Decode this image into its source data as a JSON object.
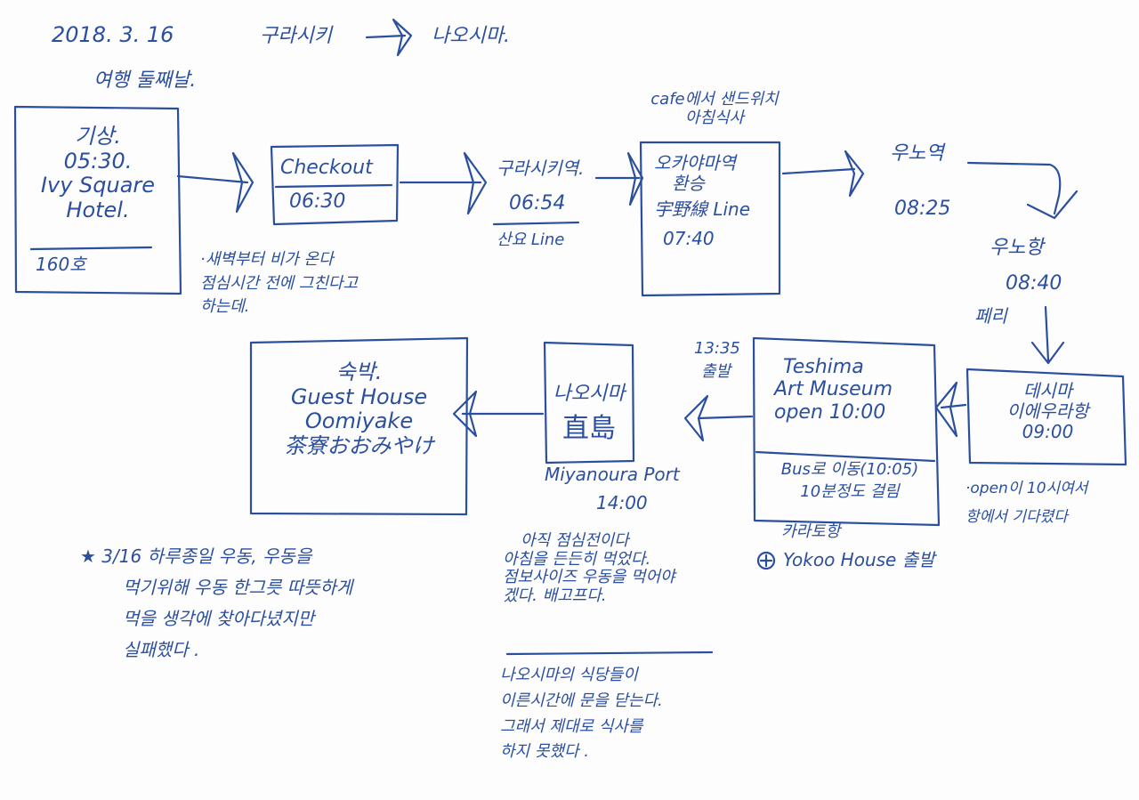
{
  "ink_color": "#2b4f9f",
  "header": {
    "date": "2018. 3. 16",
    "day_label": "여행 둘째날.",
    "route_from": "구라시키",
    "route_to": "나오시마."
  },
  "nodes": {
    "hotel": {
      "line1": "기상.",
      "time": "05:30.",
      "name1": "Ivy Square",
      "name2": "Hotel.",
      "room": "160호"
    },
    "checkout": {
      "label": "Checkout",
      "time": "06:30"
    },
    "kurashiki": {
      "station": "구라시키역.",
      "time": "06:54",
      "line": "산요 Line"
    },
    "cafe_note": {
      "line1": "cafe에서 샌드위치",
      "line2": "아침식사"
    },
    "okayama": {
      "line1": "오카야마역",
      "line2": "환승",
      "line3": "宇野線 Line",
      "time": "07:40"
    },
    "uno_station": {
      "name": "우노역",
      "time": "08:25"
    },
    "uno_port": {
      "name": "우노항",
      "time": "08:40",
      "mode": "페리"
    },
    "teshima_port": {
      "line1": "데시마",
      "line2": "이에우라항",
      "time": "09:00"
    },
    "teshima_note": {
      "line1": "·open이 10시여서",
      "line2": "항에서 기다렸다"
    },
    "museum": {
      "line1": "Teshima",
      "line2": "Art Museum",
      "open": "open 10:00",
      "bus": "Bus로 이동(10:05)",
      "duration": "10분정도 걸림"
    },
    "karato": {
      "port": "카라토항",
      "yokoo": "Yokoo House 출발"
    },
    "departure": {
      "time": "13:35",
      "label": "출발"
    },
    "naoshima": {
      "kana": "나오시마",
      "kanji": "直島",
      "port": "Miyanoura Port",
      "time": "14:00"
    },
    "guesthouse": {
      "line1": "숙박.",
      "line2": "Guest House",
      "line3": "Oomiyake",
      "line4": "茶寮おおみやけ"
    }
  },
  "notes": {
    "rain": [
      "·새벽부터 비가 온다",
      "점심시간 전에 그친다고",
      "하는데."
    ],
    "lunch": [
      "아직 점심전이다",
      "아침을 든든히 먹었다.",
      "점보사이즈 우동을 먹어야",
      "겠다. 배고프다."
    ],
    "restaurants": [
      "나오시마의 식당들이",
      "이른시간에 문을 닫는다.",
      "그래서 제대로 식사를",
      "하지 못했다 ."
    ],
    "summary": [
      "★ 3/16 하루종일 우동, 우동을",
      "먹기위해 우동 한그릇 따뜻하게",
      "먹을 생각에 찾아다녔지만",
      "실패했다 ."
    ]
  }
}
